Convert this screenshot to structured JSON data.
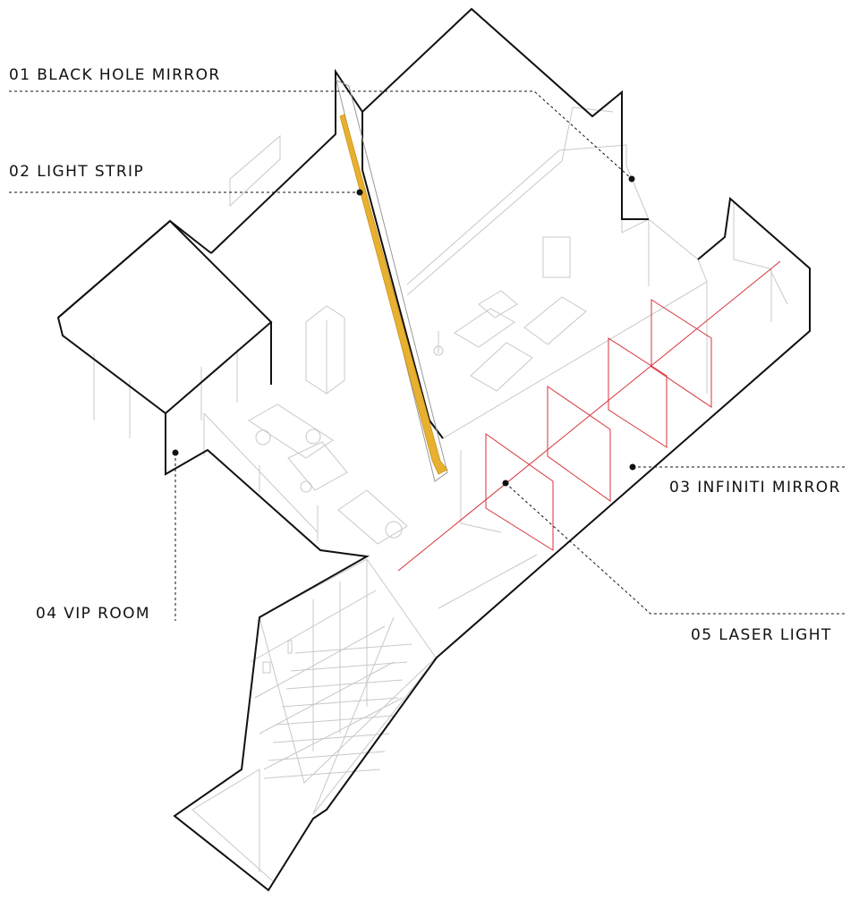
{
  "labels": {
    "l1": "01 BLACK HOLE MIRROR",
    "l2": "02 LIGHT STRIP",
    "l3": "03 INFINITI MIRROR",
    "l4": "04  VIP ROOM",
    "l5": "05 LASER LIGHT"
  },
  "colors": {
    "outline": "#111111",
    "detail": "#c4c4c4",
    "laser": "#d8323c",
    "light_strip": "#e8b030"
  }
}
